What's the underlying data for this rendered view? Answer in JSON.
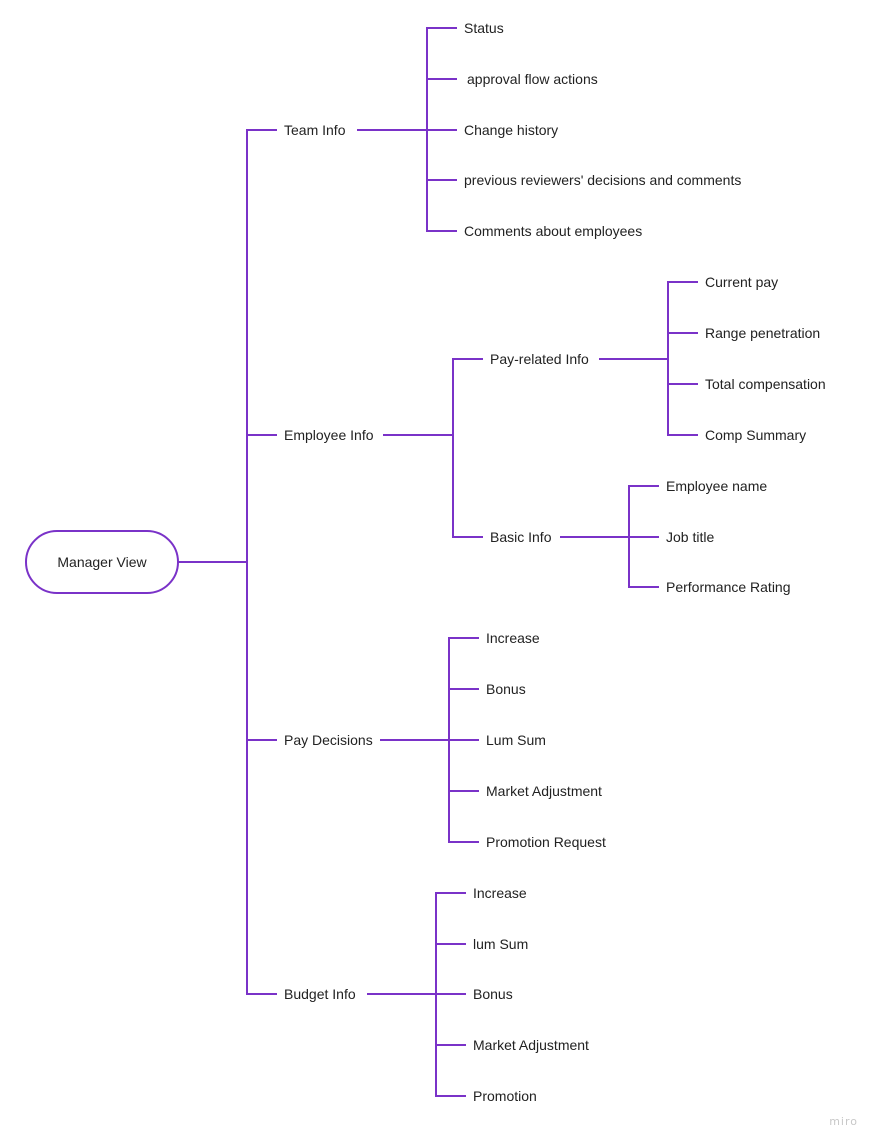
{
  "diagram": {
    "root": "Manager View",
    "branches": [
      {
        "label": "Team Info",
        "items": [
          "Status",
          "approval flow actions",
          "Change history",
          "previous reviewers' decisions and comments",
          "Comments about employees"
        ]
      },
      {
        "label": "Employee Info",
        "groups": [
          {
            "label": "Pay-related Info",
            "items": [
              "Current pay",
              "Range penetration",
              "Total compensation",
              "Comp Summary"
            ]
          },
          {
            "label": "Basic Info",
            "items": [
              "Employee name",
              "Job title",
              "Performance Rating"
            ]
          }
        ]
      },
      {
        "label": "Pay Decisions",
        "items": [
          "Increase",
          "Bonus",
          "Lum Sum",
          "Market Adjustment",
          "Promotion Request"
        ]
      },
      {
        "label": "Budget Info",
        "items": [
          "Increase",
          "lum Sum",
          "Bonus",
          "Market Adjustment",
          "Promotion"
        ]
      }
    ],
    "line_color": "#7a32c8",
    "node_border_color": "#7a32c8"
  },
  "watermark": "miro"
}
